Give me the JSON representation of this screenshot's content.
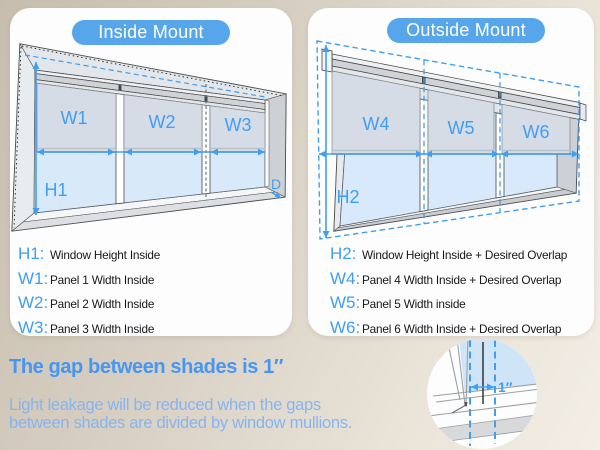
{
  "inside": {
    "title": "Inside Mount",
    "labels": {
      "w1": "W1",
      "w2": "W2",
      "w3": "W3",
      "h1": "H1",
      "d": "D"
    },
    "legend": [
      {
        "key": "H1:",
        "desc": "Window Height Inside"
      },
      {
        "key": "W1:",
        "desc": "Panel 1 Width Inside"
      },
      {
        "key": "W2:",
        "desc": "Panel 2 Width Inside"
      },
      {
        "key": "W3:",
        "desc": "Panel 3 Width Inside"
      }
    ]
  },
  "outside": {
    "title": "Outside Mount",
    "labels": {
      "w4": "W4",
      "w5": "W5",
      "w6": "W6",
      "h2": "H2"
    },
    "legend": [
      {
        "key": "H2:",
        "desc": "Window Height Inside + Desired Overlap"
      },
      {
        "key": "W4:",
        "desc": "Panel 4 Width Inside + Desired Overlap"
      },
      {
        "key": "W5:",
        "desc": "Panel 5  Width inside"
      },
      {
        "key": "W6:",
        "desc": "Panel 6 Width Inside + Desired Overlap"
      }
    ]
  },
  "footer": {
    "headline": "The gap between shades is 1″",
    "body_line1": "Light leakage will be reduced when the gaps",
    "body_line2": "between shades are divided by window mullions.",
    "detail_gap_label": "1″"
  },
  "colors": {
    "accent_blue": "#3f9ff2",
    "pill_blue": "#57a6eb",
    "headline_blue": "#4796f2",
    "body_blue": "#85b5f3",
    "background_beige": "#d6cdc0",
    "card_white": "#fdfdfd"
  }
}
